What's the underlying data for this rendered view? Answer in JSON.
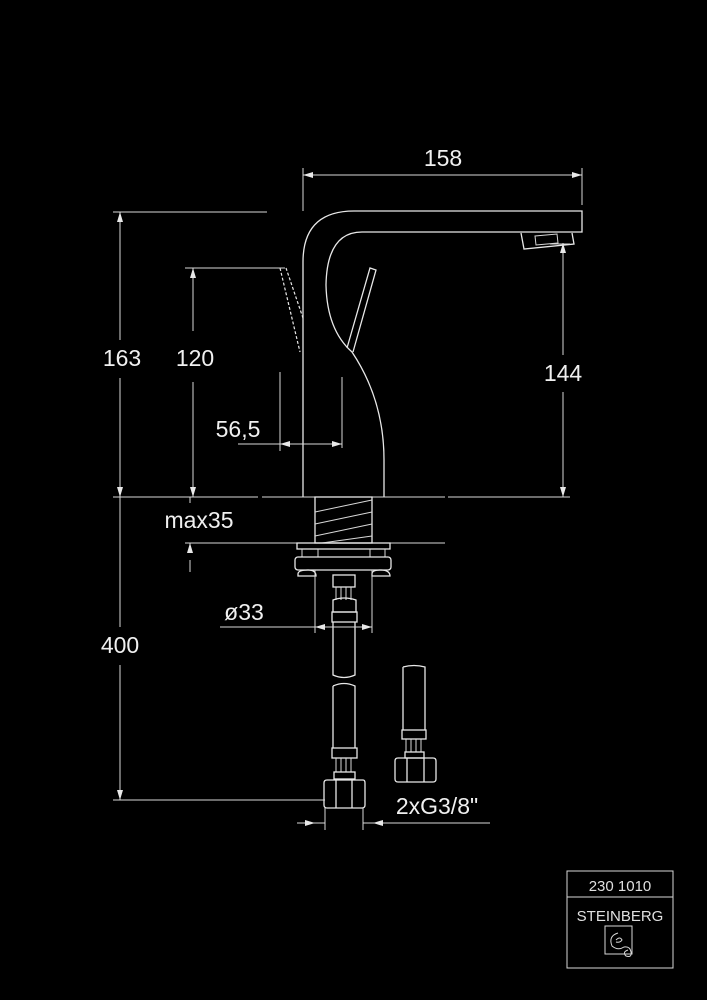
{
  "drawing": {
    "dimensions": {
      "spout_length": "158",
      "total_height": "163",
      "lever_height": "120",
      "outlet_height": "144",
      "lever_offset": "56,5",
      "max_deck_thickness": "max35",
      "hole_diameter": "ø33",
      "hose_length": "400",
      "connection": "2xG3/8\""
    }
  },
  "title_block": {
    "article_number": "230 1010",
    "brand": "STEINBERG"
  },
  "colors": {
    "background": "#000000",
    "line": "#e8e8e8"
  }
}
